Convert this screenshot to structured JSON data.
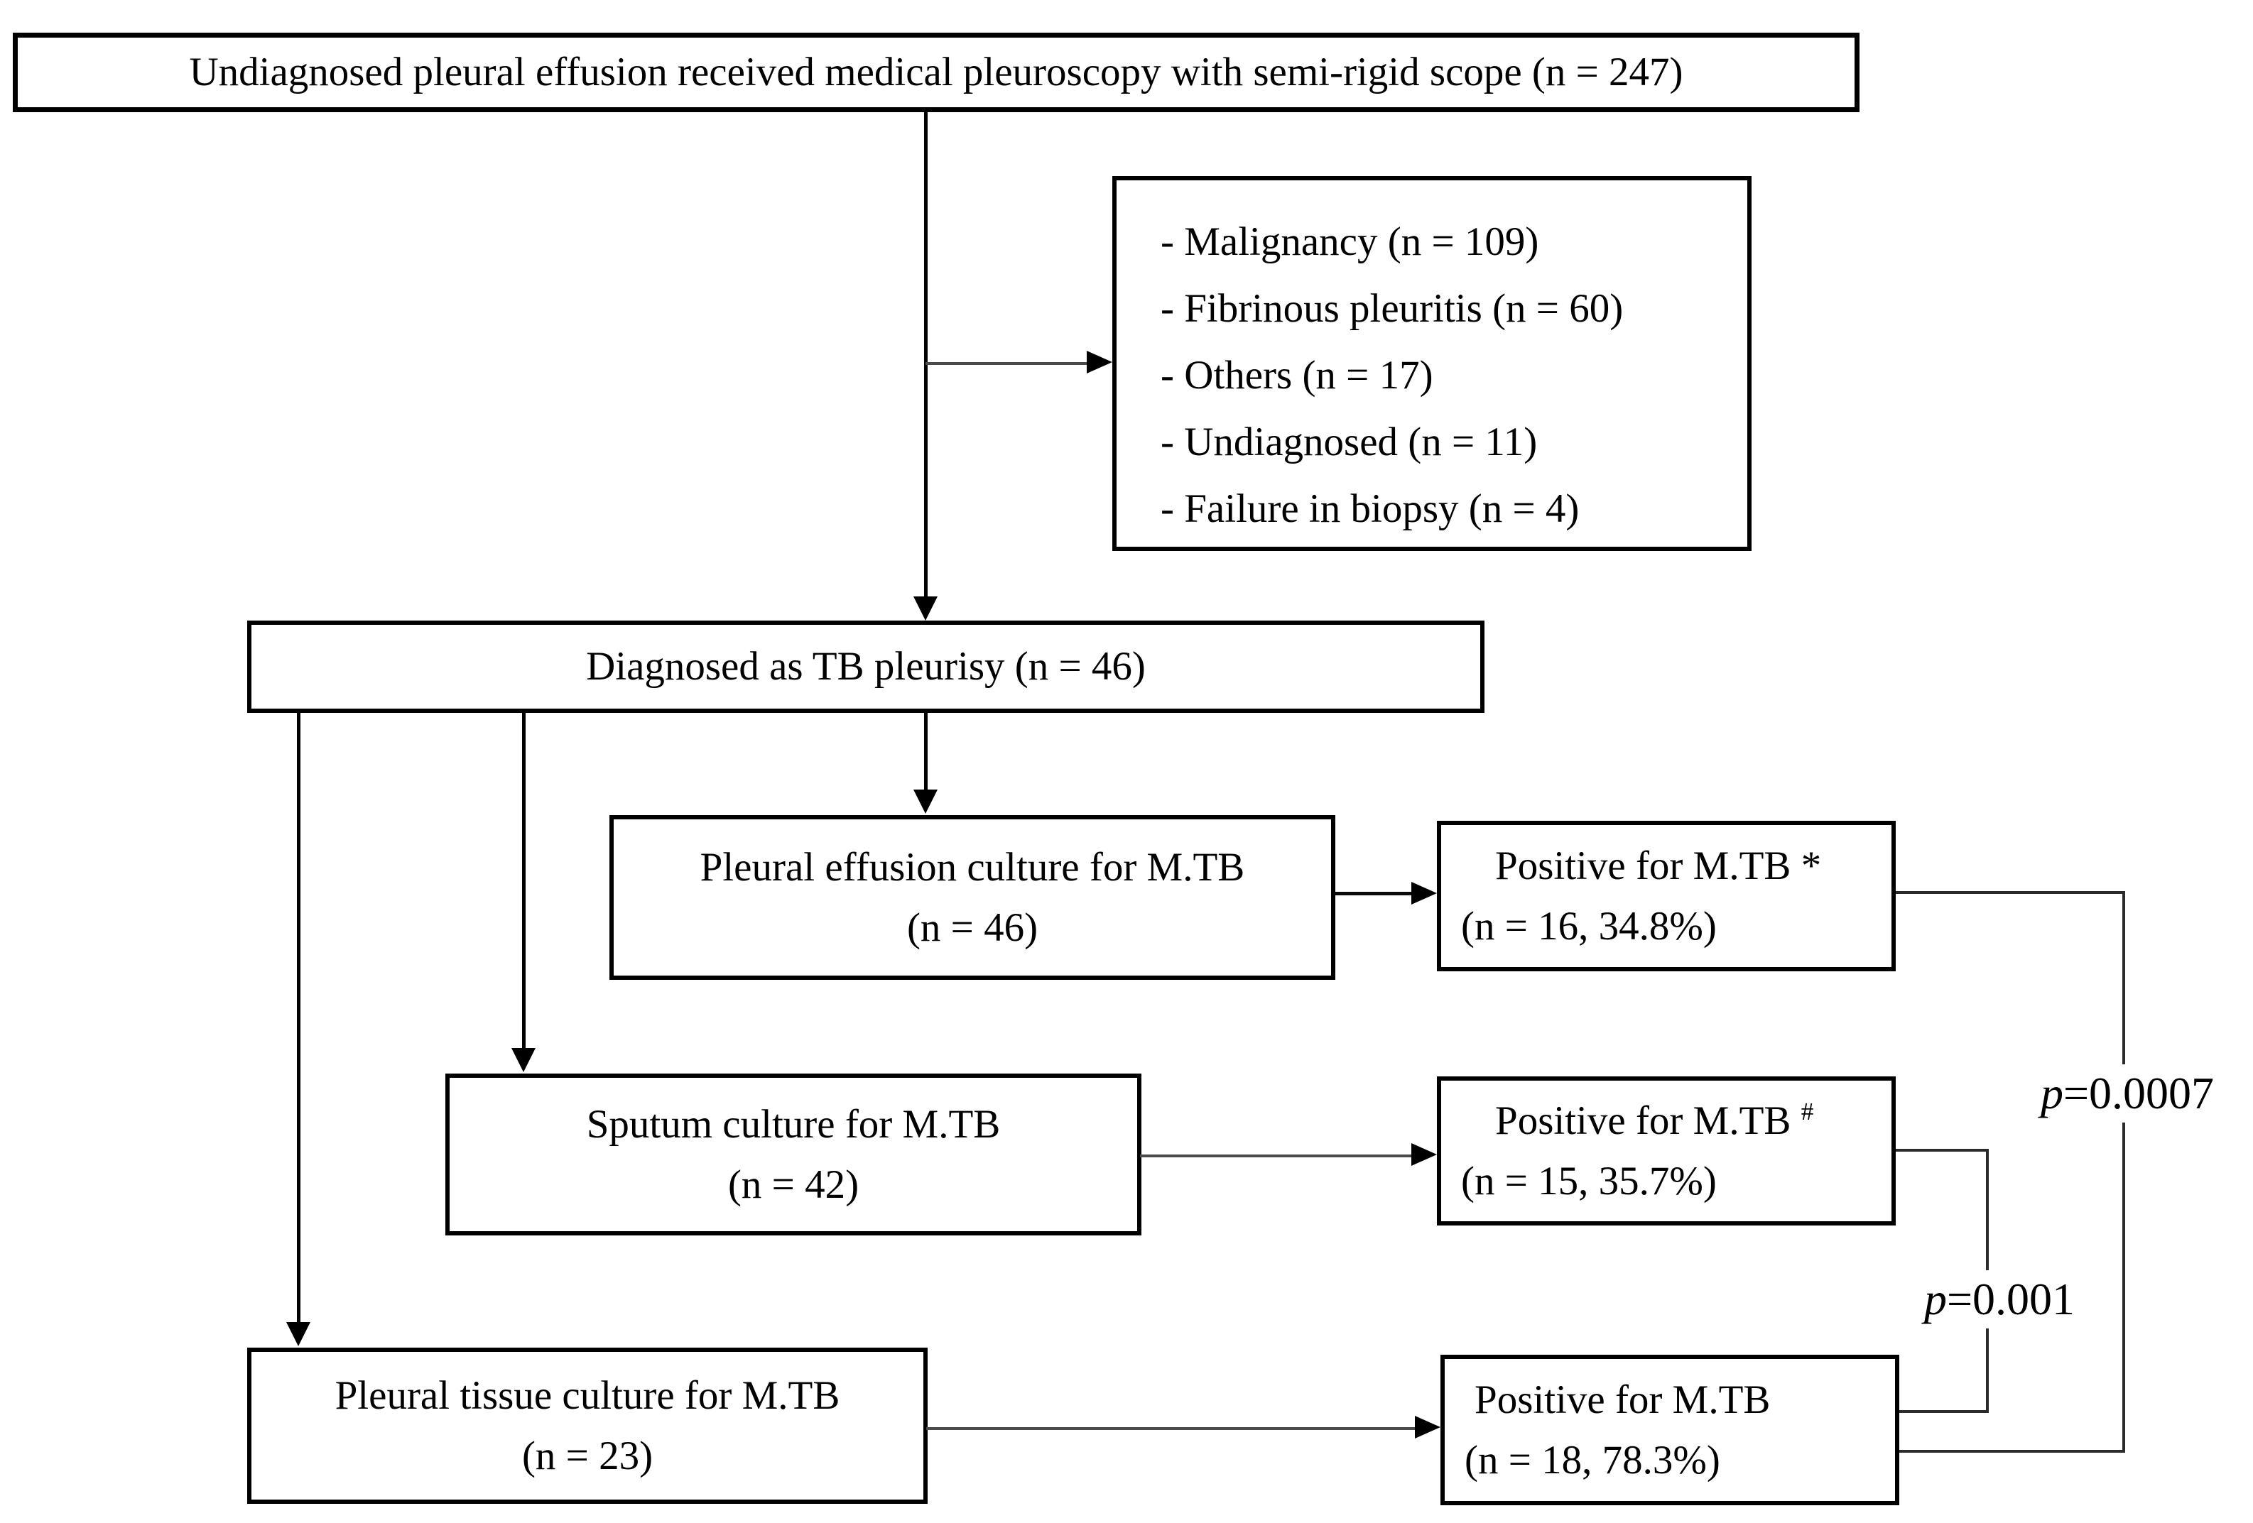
{
  "diagram": {
    "title_box": {
      "text": "Undiagnosed pleural effusion received medical pleuroscopy with semi-rigid scope (n = 247)"
    },
    "exclusions_box": {
      "items": [
        "- Malignancy (n = 109)",
        "- Fibrinous pleuritis (n = 60)",
        "- Others (n = 17)",
        "- Undiagnosed (n = 11)",
        "- Failure in biopsy (n = 4)"
      ]
    },
    "tb_box": {
      "text": "Diagnosed as TB pleurisy (n = 46)"
    },
    "effusion_box": {
      "line1": "Pleural effusion culture for M.TB",
      "line2": "(n = 46)"
    },
    "effusion_pos_box": {
      "line1": "Positive for M.TB",
      "marker": "*",
      "line2": "(n = 16, 34.8%)"
    },
    "sputum_box": {
      "line1": "Sputum culture for M.TB",
      "line2": "(n = 42)"
    },
    "sputum_pos_box": {
      "line1": "Positive for M.TB",
      "marker": "#",
      "line2": "(n = 15, 35.7%)"
    },
    "tissue_box": {
      "line1": "Pleural tissue culture for M.TB",
      "line2": "(n = 23)"
    },
    "tissue_pos_box": {
      "line1": "Positive for M.TB",
      "line2": "(n = 18, 78.3%)"
    },
    "p_values": {
      "effusion_vs_tissue": {
        "symbol": "p",
        "value": "=0.0007"
      },
      "sputum_vs_tissue": {
        "symbol": "p",
        "value": "=0.001"
      }
    },
    "colors": {
      "line": "#000000",
      "connector": "#4a4a4a",
      "background": "#ffffff",
      "text": "#000000"
    }
  }
}
